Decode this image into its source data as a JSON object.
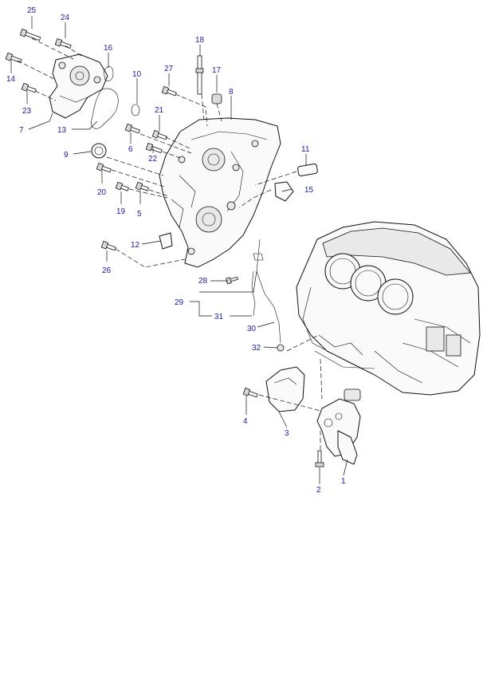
{
  "callouts": {
    "c1": "1",
    "c2": "2",
    "c3": "3",
    "c4": "4",
    "c5": "5",
    "c6": "6",
    "c7": "7",
    "c8": "8",
    "c9": "9",
    "c10": "10",
    "c11": "11",
    "c12": "12",
    "c13": "13",
    "c14": "14",
    "c15": "15",
    "c16": "16",
    "c17": "17",
    "c18": "18",
    "c19": "19",
    "c20": "20",
    "c21": "21",
    "c22": "22",
    "c23": "23",
    "c24": "24",
    "c25": "25",
    "c26": "26",
    "c27": "27",
    "c28": "28",
    "c29": "29",
    "c30": "30",
    "c31": "31",
    "c32": "32"
  },
  "colors": {
    "callout": "#1a1aa6",
    "line": "#111111",
    "background": "#ffffff"
  }
}
